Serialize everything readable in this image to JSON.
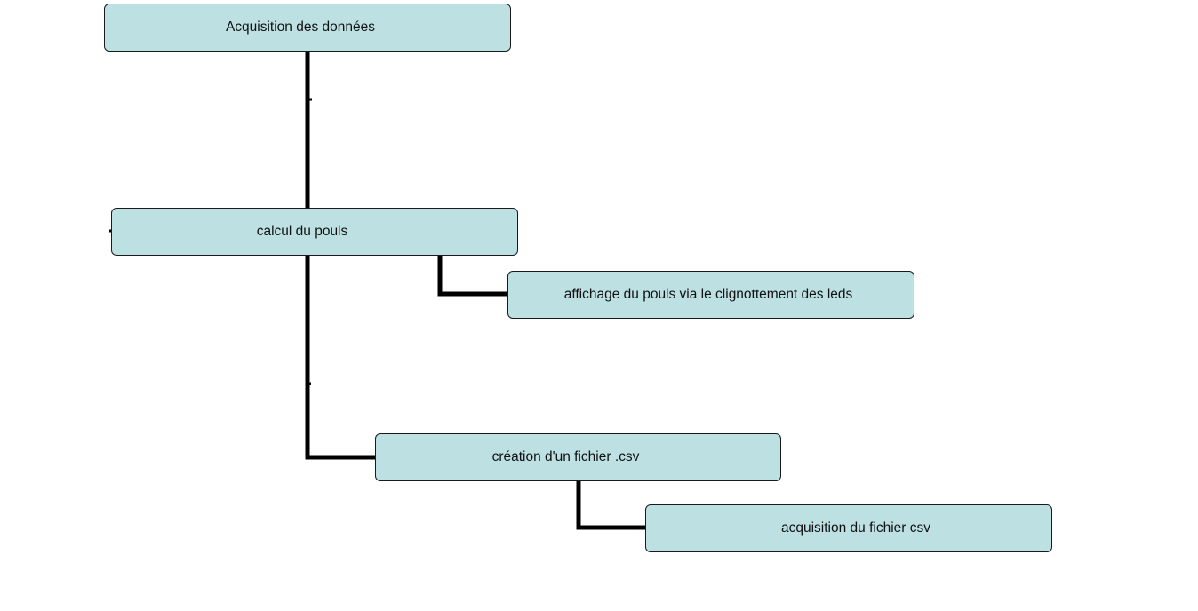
{
  "diagram": {
    "nodes": {
      "acquisition": "Acquisition des données",
      "calcul": "calcul du pouls",
      "affichage": "affichage du pouls via le clignottement des leds",
      "creation": "création d'un fichier .csv",
      "acquisition_csv": "acquisition du fichier csv"
    },
    "edges": [
      {
        "from": "acquisition",
        "to": "calcul"
      },
      {
        "from": "calcul",
        "to": "affichage"
      },
      {
        "from": "calcul",
        "to": "creation"
      },
      {
        "from": "creation",
        "to": "acquisition_csv"
      }
    ],
    "colors": {
      "node_fill": "#bde0e3",
      "node_border": "#1a1a1a",
      "connector": "#000000"
    }
  }
}
